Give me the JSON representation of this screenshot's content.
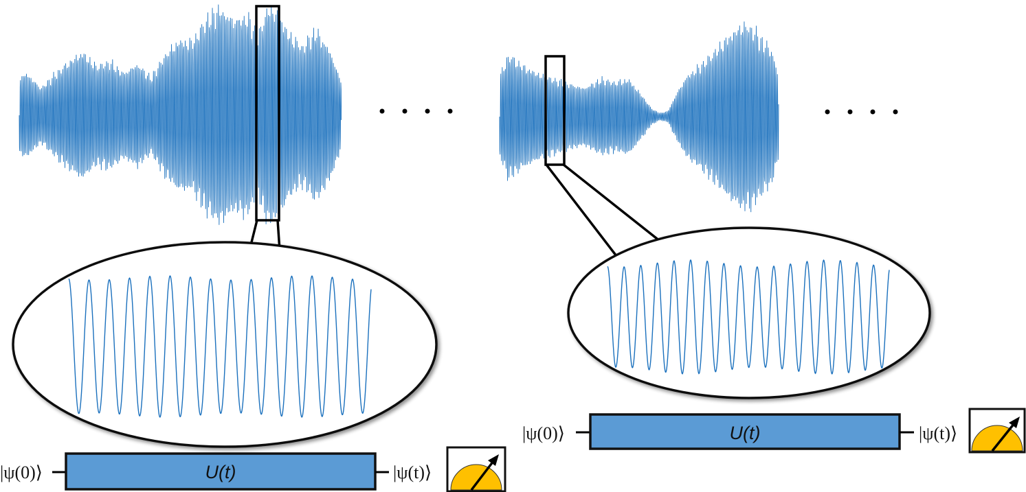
{
  "colors": {
    "wave": "#1a70bd",
    "gate_fill": "#5b9bd5",
    "meter_fill": "#ffc000",
    "outline": "#000000"
  },
  "panels": [
    {
      "ellipsis": "· · · ·",
      "circuit": {
        "input_state": "|ψ(0)⟩",
        "gate_label": "U(t)",
        "output_state": "|ψ(t)⟩",
        "meter_icon": "measurement-meter-icon"
      }
    },
    {
      "ellipsis": "· · · ·",
      "circuit": {
        "input_state": "|ψ(0)⟩",
        "gate_label": "U(t)",
        "output_state": "|ψ(t)⟩",
        "meter_icon": "measurement-meter-icon"
      }
    }
  ]
}
